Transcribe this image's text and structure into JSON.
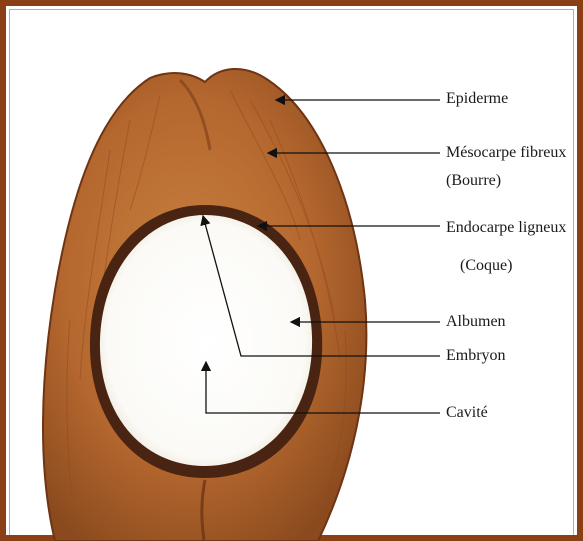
{
  "labels": {
    "epiderme": "Epiderme",
    "mesocarpe": "Mésocarpe fibreux",
    "bourre": "(Bourre)",
    "endocarpe": "Endocarpe ligneux",
    "coque": "(Coque)",
    "albumen": "Albumen",
    "embryon": "Embryon",
    "cavite": "Cavité"
  },
  "colors": {
    "frame": "#8a3f16",
    "husk": "#b4672e",
    "husk_dark": "#7a3c17",
    "shell": "#4a2412",
    "albumen": "#fbfaf6",
    "arrow": "#111111"
  }
}
